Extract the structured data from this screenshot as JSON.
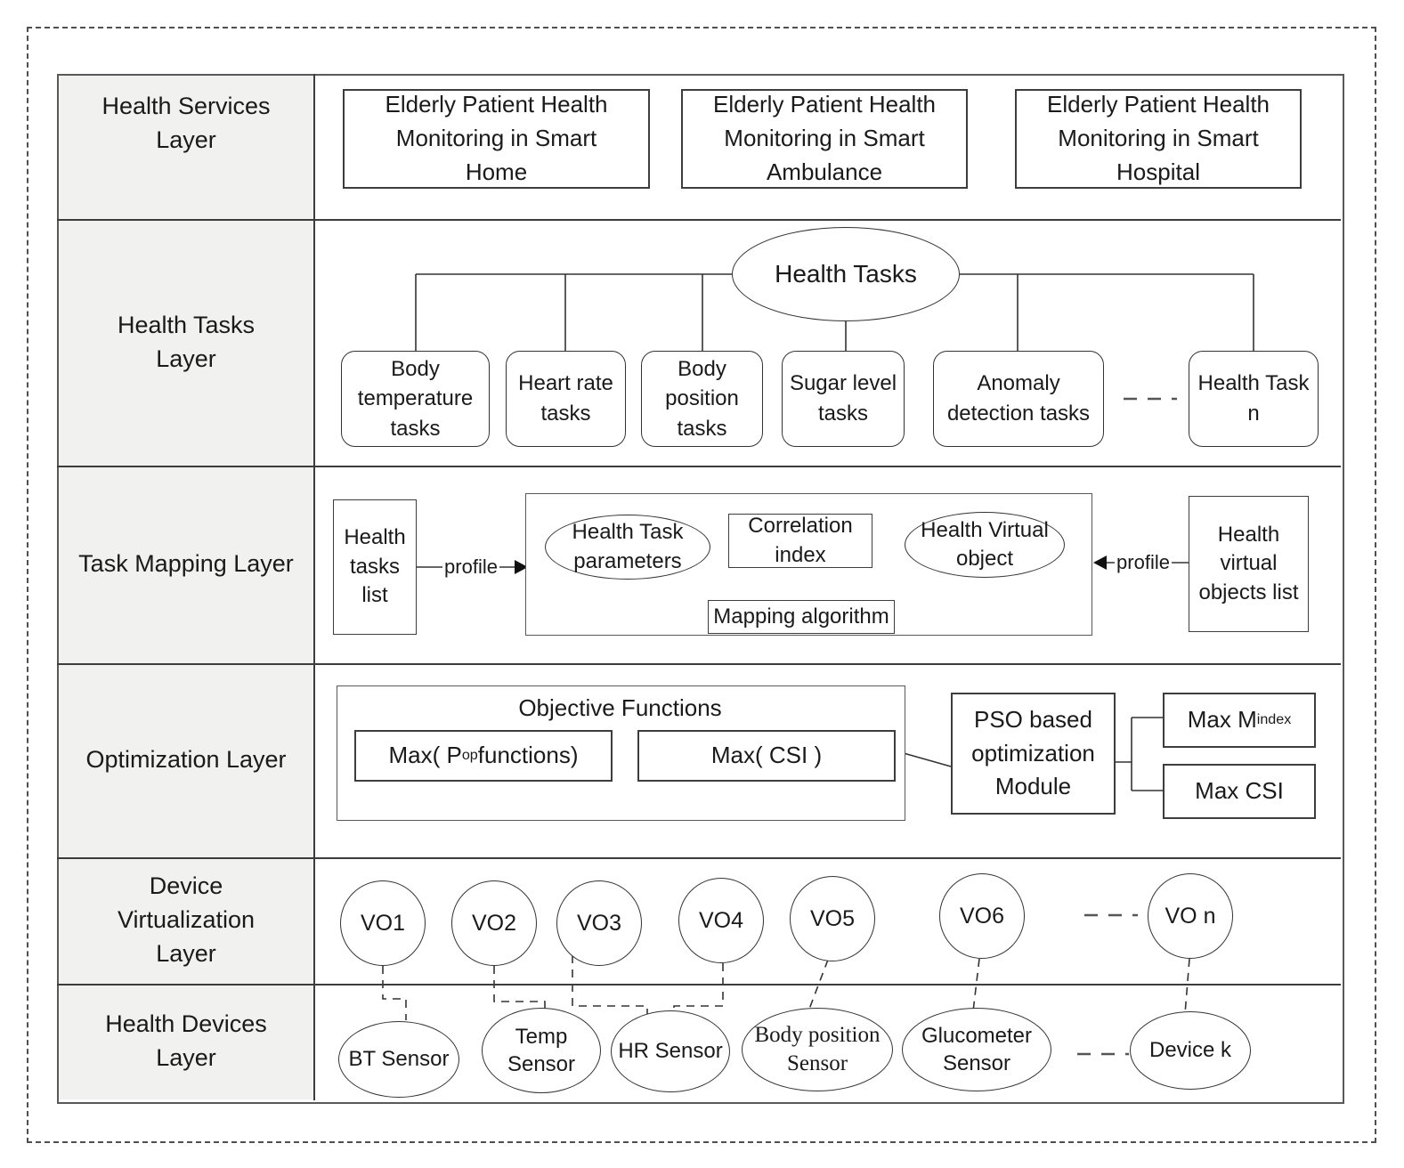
{
  "layers": {
    "services": "Health Services\nLayer",
    "tasks": "Health Tasks\nLayer",
    "mapping": "Task Mapping Layer",
    "optimization": "Optimization Layer",
    "virtualization": "Device\nVirtualization\nLayer",
    "devices": "Health Devices\nLayer"
  },
  "services": {
    "home": "Elderly Patient Health\nMonitoring in Smart\nHome",
    "ambulance": "Elderly Patient Health\nMonitoring in Smart\nAmbulance",
    "hospital": "Elderly Patient Health\nMonitoring in Smart\nHospital"
  },
  "health_tasks": {
    "root": "Health Tasks",
    "body_temperature": "Body\ntemperature\ntasks",
    "heart_rate": "Heart rate\ntasks",
    "body_position": "Body\nposition\ntasks",
    "sugar_level": "Sugar level\ntasks",
    "anomaly": "Anomaly\ndetection tasks",
    "task_n": "Health Task n"
  },
  "task_mapping": {
    "tasks_list": "Health\ntasks\nlist",
    "profile_left": "profile",
    "parameters": "Health Task\nparameters",
    "correlation": "Correlation\nindex",
    "virtual_object": "Health Virtual\nobject",
    "algorithm": "Mapping algorithm",
    "profile_right": "profile",
    "objects_list": "Health\nvirtual\nobjects list"
  },
  "optimization": {
    "objective_title": "Objective Functions",
    "max_pop": {
      "pre": "Max( P",
      "sub": "op",
      "post": " functions)"
    },
    "max_csi_inner": "Max( CSI )",
    "pso": "PSO based\noptimization\nModule",
    "max_m": {
      "pre": "Max M",
      "sub": "index"
    },
    "max_csi": "Max CSI"
  },
  "virtualization": {
    "vo1": "VO1",
    "vo2": "VO2",
    "vo3": "VO3",
    "vo4": "VO4",
    "vo5": "VO5",
    "vo6": "VO6",
    "vo_n": "VO n"
  },
  "devices": {
    "bt": "BT Sensor",
    "temp": "Temp\nSensor",
    "hr": "HR Sensor",
    "body_position": "Body position\nSensor",
    "glucometer": "Glucometer\nSensor",
    "device_k": "Device k"
  },
  "colors": {
    "line": "#333333",
    "table_border": "#595959",
    "label_bg": "#f1f1ef",
    "text": "#1a1a1a"
  }
}
